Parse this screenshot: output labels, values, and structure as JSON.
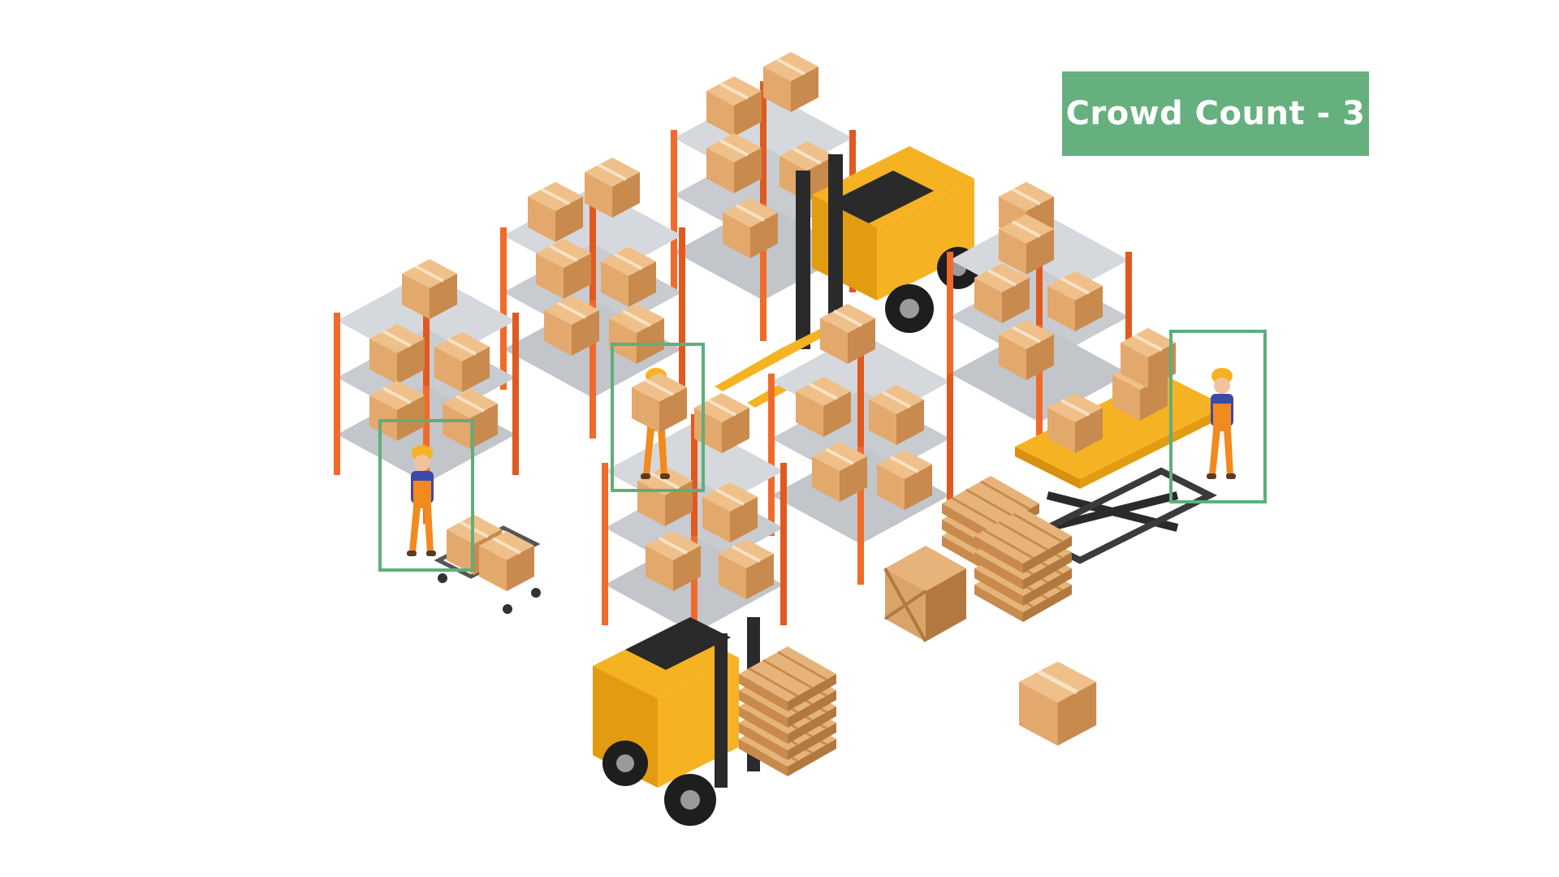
{
  "overlay": {
    "badge_text": "Crowd Count - 3",
    "crowd_count": 3,
    "badge_color": "#66b07f",
    "box_color": "#5fae7a"
  },
  "detections": [
    {
      "label_name": "worker-with-cart"
    },
    {
      "label_name": "worker-carrying-box"
    },
    {
      "label_name": "worker-at-lift-table"
    }
  ],
  "palette": {
    "box_tan": "#e8b077",
    "box_side": "#c98a4e",
    "shelf_gray": "#c8cbd0",
    "rack_orange": "#f26a2a",
    "forklift_yellow": "#f5b324",
    "forklift_black": "#2a2a2a",
    "pallet_wood": "#d9a468",
    "worker_orange": "#f28a1e",
    "worker_blue": "#3b4aa8"
  }
}
